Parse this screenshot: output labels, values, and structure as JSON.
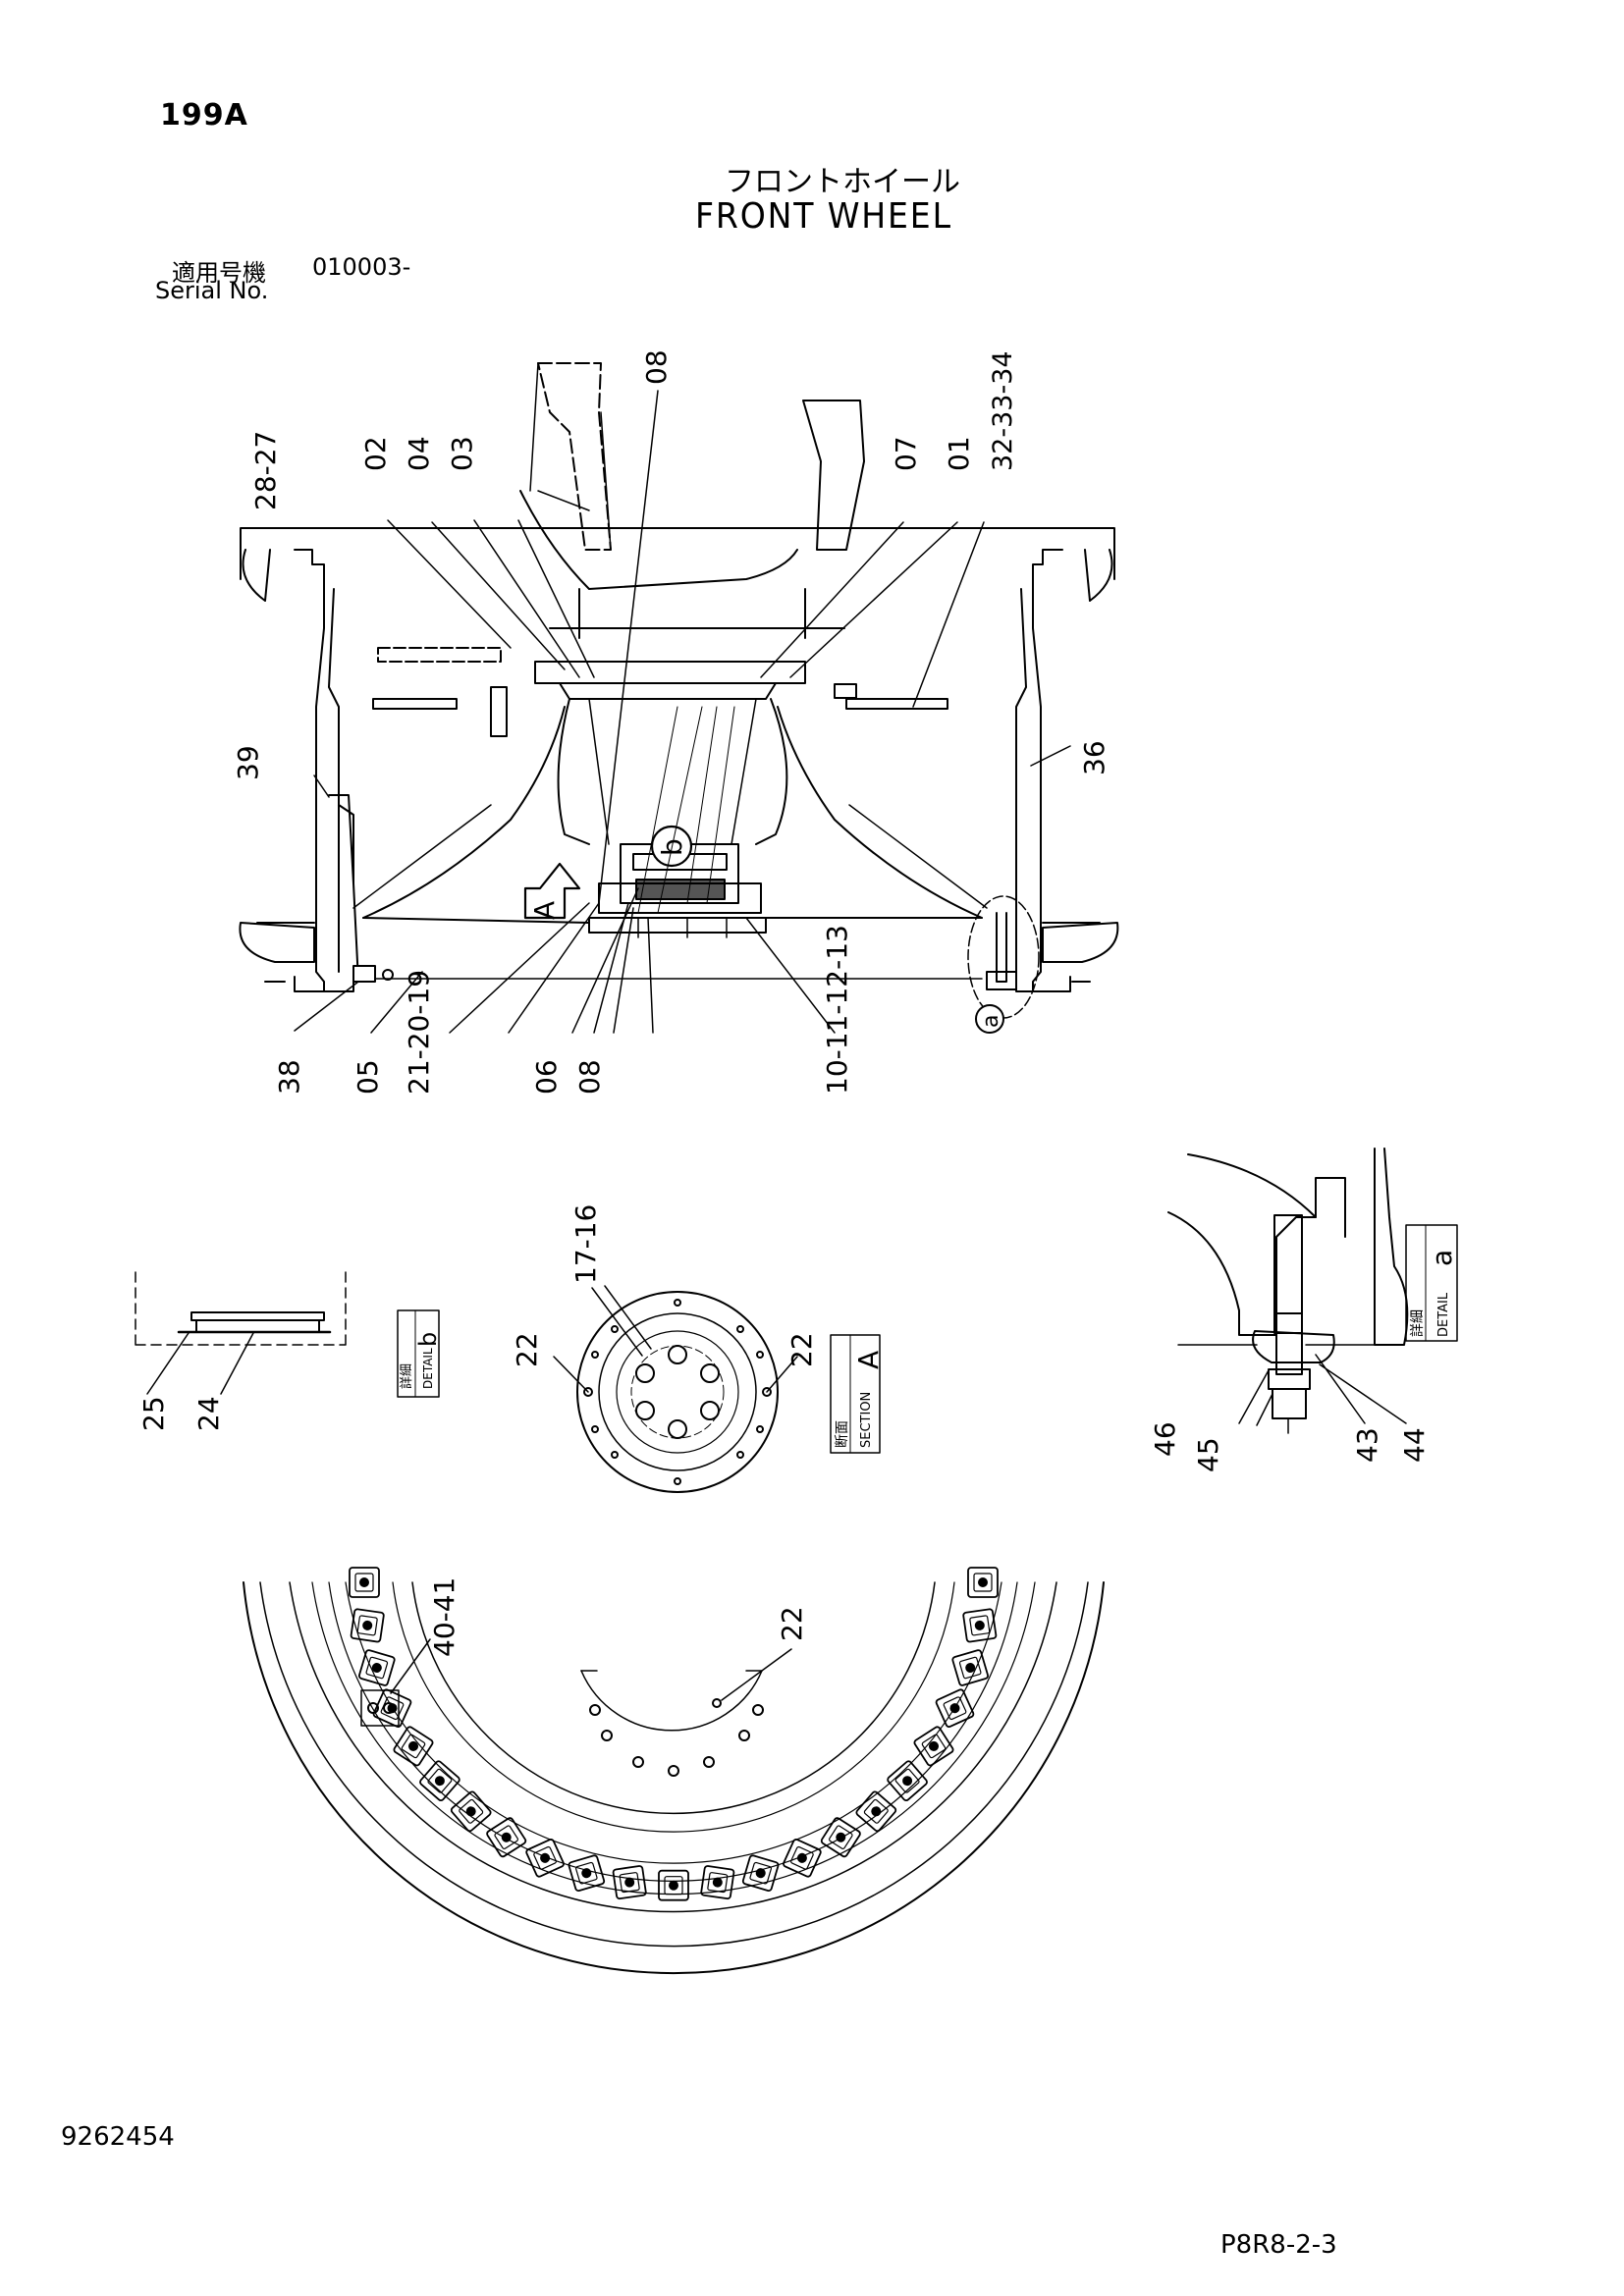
{
  "header": {
    "page_no": "199A",
    "title_jp": "フロントホイール",
    "title_en": "FRONT WHEEL",
    "serial_label_jp": "適用号機",
    "serial_value": "010003-",
    "serial_label_en": "Serial No."
  },
  "callouts": {
    "c08_top": "08",
    "c02": "02",
    "c04": "04",
    "c03": "03",
    "c07": "07",
    "c01": "01",
    "c32_34": "32-33-34",
    "c28_27": "28-27",
    "c39": "39",
    "c36": "36",
    "c38": "38",
    "c05": "05",
    "c21_19": "21-20-19",
    "c06": "06",
    "c08_bottom": "08",
    "c10_13": "10-11-12-13",
    "c17_16": "17-16",
    "c22_left": "22",
    "c22_right": "22",
    "c25": "25",
    "c24": "24",
    "c46": "46",
    "c45": "45",
    "c43": "43",
    "c44": "44",
    "c40_41": "40-41",
    "c22_bottom": "22"
  },
  "views": {
    "view_a_arrow": "A",
    "detail_marker_b": "b",
    "detail_marker_a": "a",
    "detail_b_jp": "詳細",
    "detail_b_en": "DETAIL",
    "detail_b_letter": "b",
    "section_a_jp": "断面",
    "section_a_en": "SECTION",
    "section_a_letter": "A",
    "detail_a_jp": "詳細",
    "detail_a_en": "DETAIL",
    "detail_a_letter": "a"
  },
  "footer": {
    "drawing_no": "9262454",
    "sheet_code": "P8R8-2-3"
  }
}
